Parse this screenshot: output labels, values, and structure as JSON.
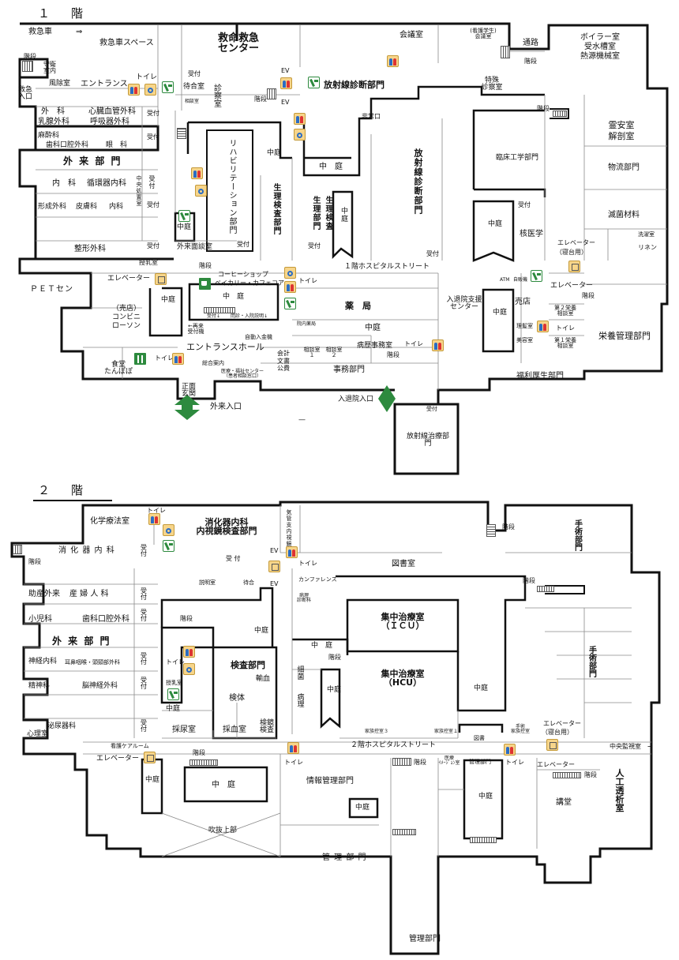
{
  "floor1": {
    "title": "１　階",
    "rooms": {
      "emergency_car": "救急車",
      "arrow_right": "⇒",
      "emergency_car_space": "救急車スペース",
      "emergency_center": "救命救急\nセンター",
      "conference": "会議室",
      "nurse_student": "(看護学生)\n会議室",
      "passage": "通路",
      "boiler": "ボイラー室\n受水槽室\n熱源機械室",
      "stairs": "階段",
      "guard": "守衛\n室内",
      "emergency_entrance": "救急\n入口",
      "windbreak": "風除室",
      "entrance": "エントランス",
      "toilet": "トイレ",
      "reception": "受付",
      "waiting": "待合室",
      "exam_room": "診\n察\n室",
      "consult": "相談室",
      "ev": "EV",
      "radiology": "放射線診断部門",
      "special_exam": "特殊\n診察室",
      "surgery": "外　科",
      "cardio": "心臓血管外科",
      "breast": "乳腺外科",
      "respiratory": "呼吸器外科",
      "anesthesia": "麻酔科",
      "dental": "歯科口腔外科",
      "eye": "眼　科",
      "emergency_exit": "非常口",
      "funeral": "霊安室\n解剖室",
      "outpatient": "外 来 部 門",
      "clinical_eng": "臨床工学部門",
      "rehab": "リハビリテーション部門",
      "courtyard": "中庭",
      "physio_exam": "生理検査部門",
      "courtyard_spaced": "中　庭",
      "radiology_vertical": "放射線診断部門",
      "logistics": "物流部門",
      "internal_med": "内　科",
      "circulatory": "循環器内科",
      "central_treatment": "中央処置室",
      "physio_lab": "生理検査",
      "physio_div": "生理部門",
      "courtyard_v": "中庭",
      "sterile": "滅菌材料",
      "ortho_plastic": "形成外科",
      "derma": "皮膚科",
      "internal": "内科",
      "nuclear": "核医学",
      "elevator": "エレベーター",
      "bed_elev": "（寝台用）",
      "laundry": "洗濯室",
      "linen": "リネン",
      "ortho": "整形外科",
      "outpatient_consult": "外来面談室",
      "milk": "授乳室",
      "hospital_street": "１階ホスピタルストリート",
      "pet": "ＰＥＴセン",
      "elevator2": "エレベーター",
      "coffee": "コーヒーショップ",
      "bakery": "ベイカリー・カフェコア",
      "courtyard_cafe": "中　庭",
      "pharmacy": "薬　局",
      "atm": "ATM",
      "vending": "自販機",
      "admission_center": "入退院支援\nセンター",
      "shop": "売店",
      "convenience": "（売店）\nコンビニ\nローソン",
      "reception_arrow": "受付↓",
      "inquiry": "問診・入院説明↓",
      "medicine": "院内薬局",
      "hairdresser": "理髪室",
      "beauty": "美容室",
      "nutrition2": "第２栄養\n相談室",
      "nutrition1": "第１栄養\n相談室",
      "nutrition_mgmt": "栄養管理部門",
      "re_reception": "←再来\n受付機",
      "entrance_hall": "エントランスホール",
      "auto_pay": "自動入金機",
      "accounting": "会計\n文書\n公費",
      "consult1": "相談室\n１",
      "consult2": "相談室\n２",
      "ward_office": "病歴事務室",
      "cafeteria": "食堂\nたんぽぽ",
      "general_info": "総合案内",
      "welfare_center": "医療・福祉センター\n（患者相談窓口）",
      "office": "事務部門",
      "welfare": "福利厚生部門",
      "main_entrance": "正面\n玄関",
      "outpatient_entrance": "外来入口",
      "admission_entrance": "入退院入口",
      "radiotherapy": "放射線治療部\n門",
      "dash": "—"
    }
  },
  "floor2": {
    "title": "２　階",
    "rooms": {
      "chemo": "化学療法室",
      "toilet": "トイレ",
      "gastro": "消化器内科\n内視鏡検査部門",
      "bronch": "気管支内視鏡",
      "stairs": "階段",
      "surgery_dept": "手\n術\n部\n門",
      "gastro_med": "消 化 器 内 科",
      "reception": "受\n付",
      "ev": "EV",
      "library": "図書室",
      "explain": "説明室",
      "waiting": "待合",
      "conference": "カンファレンス",
      "pathology_consult": "病理\n診断科",
      "maternity": "助産外来",
      "obgyn": "産 婦 人 科",
      "icu": "集中治療室\n（ＩＣＵ）",
      "pediatrics": "小児科",
      "dental": "歯科口腔外科",
      "outpatient": "外 来 部 門",
      "courtyard": "中庭",
      "courtyard_spaced": "中　庭",
      "neuro": "神経内科",
      "ent": "耳鼻咽喉・頭頸部外科",
      "lab": "検査部門",
      "transfusion": "輸血",
      "hcu": "集中治療室\n（HCU）",
      "bacteria": "細\n菌",
      "pathology": "病\n理",
      "psych": "精神科",
      "neurosurg": "脳神経外科",
      "specimen": "検体",
      "milk": "授乳室",
      "urology": "泌尿器科",
      "heart_surg": "心理室",
      "urine": "採尿室",
      "blood": "採血室",
      "endo_exam": "検鏡\n検査",
      "family_room3": "家族控室３",
      "family_room1": "家族控室１",
      "family_room_op": "手術\n家族控室",
      "elevator": "エレベーター",
      "bed_elev": "（寝台用）",
      "monitor": "中央監視室　→",
      "nurse_care": "看護ケアルーム",
      "elevator2": "エレベーター",
      "hospital_street": "２階ホスピタルストリート",
      "books": "図書",
      "medical_image": "医療\nｲﾒｰｼﾞｮﾝ室",
      "surgery_div": "管理部門",
      "info_mgmt": "情報管理部門",
      "dialysis": "人\n工\n透\n析\n室",
      "auditorium": "講堂",
      "atrium": "吹抜上部",
      "admin": "管 理 部 門",
      "admin2": "管理部門"
    }
  },
  "colors": {
    "line": "#111111",
    "thin": "#8a8a8a",
    "green": "#2d8a3e",
    "icon_bg": "#f7d58a"
  }
}
